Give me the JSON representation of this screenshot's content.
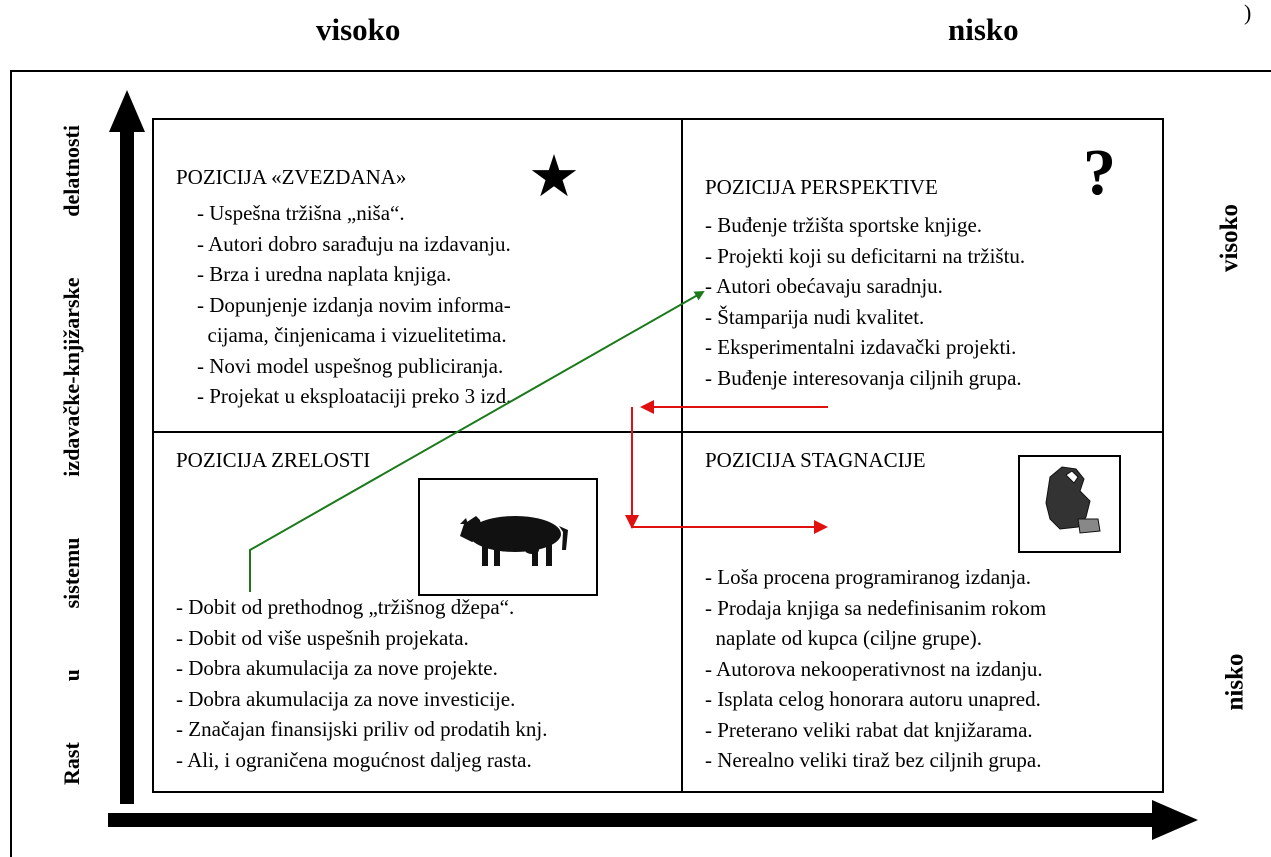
{
  "header": {
    "left_label": "visoko",
    "right_label": "nisko",
    "corner_mark": ")"
  },
  "side": {
    "top_label": "visoko",
    "bottom_label": "nisko"
  },
  "y_axis": {
    "words": [
      "Rast",
      "u",
      "sistemu",
      "izdavačke-knjižarske",
      "delatnosti"
    ]
  },
  "quadrants": {
    "top_left": {
      "title": "POZICIJA «ZVEZDANA»",
      "icon": "star-icon",
      "items": [
        "    - Uspešna tržišna „niša“.",
        "    - Autori dobro sarađuju na izdavanju.",
        "    - Brza i uredna naplata knjiga.",
        "    - Dopunjenje izdanja novim informa-",
        "      cijama, činjenicama i vizuelitetima.",
        "    - Novi model uspešnog publiciranja.",
        "    - Projekat u eksploataciji preko 3 izd."
      ]
    },
    "top_right": {
      "title": "POZICIJA PERSPEKTIVE",
      "icon": "question-mark-icon",
      "items": [
        "- Buđenje tržišta sportske knjige.",
        "- Projekti koji su deficitarni na tržištu.",
        "- Autori obećavaju saradnju.",
        "- Štamparija nudi kvalitet.",
        "- Eksperimentalni izdavački projekti.",
        "- Buđenje interesovanja ciljnih grupa."
      ]
    },
    "bottom_left": {
      "title": "POZICIJA ZRELOSTI",
      "icon": "cow-icon",
      "items": [
        "- Dobit od prethodnog „tržišnog džepa“.",
        "- Dobit od više uspešnih projekata.",
        "- Dobra akumulacija za nove projekte.",
        "- Dobra akumulacija za nove investicije.",
        "- Značajan finansijski priliv od prodatih knj.",
        "- Ali, i ograničena mogućnost daljeg rasta."
      ]
    },
    "bottom_right": {
      "title": "POZICIJA STAGNACIJE",
      "icon": "dog-icon",
      "items": [
        "- Loša procena programiranog izdanja.",
        "- Prodaja knjiga sa nedefinisanim rokom",
        "  naplate od kupca (ciljne grupe).",
        "- Autorova nekooperativnost na izdanju.",
        "- Isplata celog honorara autoru unapred.",
        "- Preterano veliki rabat dat knjižarama.",
        "- Nerealno veliki tiraž bez ciljnih grupa."
      ]
    }
  },
  "colors": {
    "green_arrow": "#1a7a1a",
    "red_arrow": "#e01010",
    "axis": "#000000"
  }
}
